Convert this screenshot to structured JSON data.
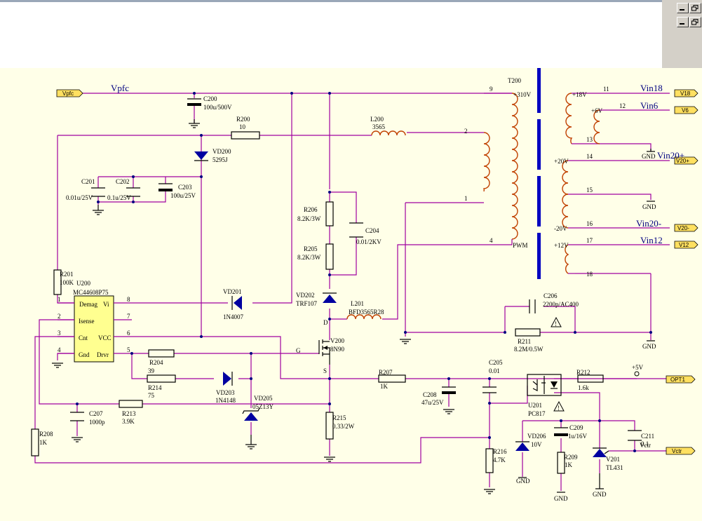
{
  "window": {
    "minimize_icon": "minimize-icon",
    "restore_icon": "restore-icon"
  },
  "ports": {
    "vpfc": "Vpfc",
    "v18": "V18",
    "v6": "V6",
    "v20p": "V20+",
    "v20m": "V20-",
    "v12": "V12",
    "opt1": "OPT1",
    "vctr": "Vctr"
  },
  "nets": {
    "vpfc": "Vpfc",
    "vin18": "Vin18",
    "vin6": "Vin6",
    "vin20p": "Vin20+",
    "vin20m": "Vin20-",
    "vin12": "Vin12",
    "vctr": "Vctr",
    "p5v": "+5V"
  },
  "transformer": {
    "name": "T200",
    "v310": "+310V",
    "pwm": "PWM",
    "p18": "+18V",
    "p6": "+6V",
    "p20": "+20V",
    "m20": "-20V",
    "p12": "+12V"
  },
  "pins": [
    "9",
    "2",
    "1",
    "4",
    "11",
    "12",
    "13",
    "14",
    "15",
    "16",
    "17",
    "18"
  ],
  "ic": {
    "ref": "U200",
    "part": "MC44608P75",
    "demag": "Demag",
    "vi": "Vi",
    "isense": "Isense",
    "cnt": "Cnt",
    "vcc": "VCC",
    "gnd": "Gnd",
    "drvr": "Drvr",
    "pins_left": [
      "1",
      "2",
      "3",
      "4"
    ],
    "pins_right": [
      "8",
      "7",
      "6",
      "5"
    ]
  },
  "components": {
    "c200": {
      "ref": "C200",
      "value": "100u/500V"
    },
    "r200": {
      "ref": "R200",
      "value": "10"
    },
    "l200": {
      "ref": "L200",
      "value": "3565"
    },
    "vd200": {
      "ref": "VD200",
      "value": "5295J"
    },
    "c201": {
      "ref": "C201",
      "value": "0.01u/25V"
    },
    "c202": {
      "ref": "C202",
      "value": "0.1u/25V"
    },
    "c203": {
      "ref": "C203",
      "value": "100u/25V"
    },
    "r206": {
      "ref": "R206",
      "value": "8.2K/3W"
    },
    "r205": {
      "ref": "R205",
      "value": "8.2K/3W"
    },
    "c204": {
      "ref": "C204",
      "value": "0.01/2KV"
    },
    "r201": {
      "ref": "R201",
      "value": "100K"
    },
    "vd201": {
      "ref": "VD201",
      "value": "1N4007"
    },
    "vd202": {
      "ref": "VD202",
      "value": "TRF107"
    },
    "l201": {
      "ref": "L201",
      "value": "BFD3565R28"
    },
    "c206": {
      "ref": "C206",
      "value": "2200p/AC400"
    },
    "r211": {
      "ref": "R211",
      "value": "8.2M/0.5W"
    },
    "v200": {
      "ref": "V200",
      "value": "8N90"
    },
    "r204": {
      "ref": "R204",
      "value": "39"
    },
    "r214": {
      "ref": "R214",
      "value": "75"
    },
    "vd203": {
      "ref": "VD203",
      "value": "1N4148"
    },
    "vd205": {
      "ref": "VD205",
      "value": "05Z13Y"
    },
    "r207": {
      "ref": "R207",
      "value": "1K"
    },
    "c205": {
      "ref": "C205",
      "value": "0.01"
    },
    "r212": {
      "ref": "R212",
      "value": "1.6k"
    },
    "c208": {
      "ref": "C208",
      "value": "47u/25V"
    },
    "u201": {
      "ref": "U201",
      "value": "PC817"
    },
    "c207": {
      "ref": "C207",
      "value": "1000p"
    },
    "r213": {
      "ref": "R213",
      "value": "3.9K"
    },
    "r215": {
      "ref": "R215",
      "value": "0.33/2W"
    },
    "r208": {
      "ref": "R208",
      "value": "1K"
    },
    "r216": {
      "ref": "R216",
      "value": "4.7K"
    },
    "vd206": {
      "ref": "VD206",
      "value": "10V"
    },
    "c209": {
      "ref": "C209",
      "value": "1u/16V"
    },
    "r209": {
      "ref": "R209",
      "value": "1K"
    },
    "v201": {
      "ref": "V201",
      "value": "TL431"
    },
    "c211": {
      "ref": "C211",
      "value": "0.1"
    }
  },
  "mosfet_pins": {
    "d": "D",
    "g": "G",
    "s": "S"
  },
  "gnd_label": "GND",
  "warning_mark": "!"
}
